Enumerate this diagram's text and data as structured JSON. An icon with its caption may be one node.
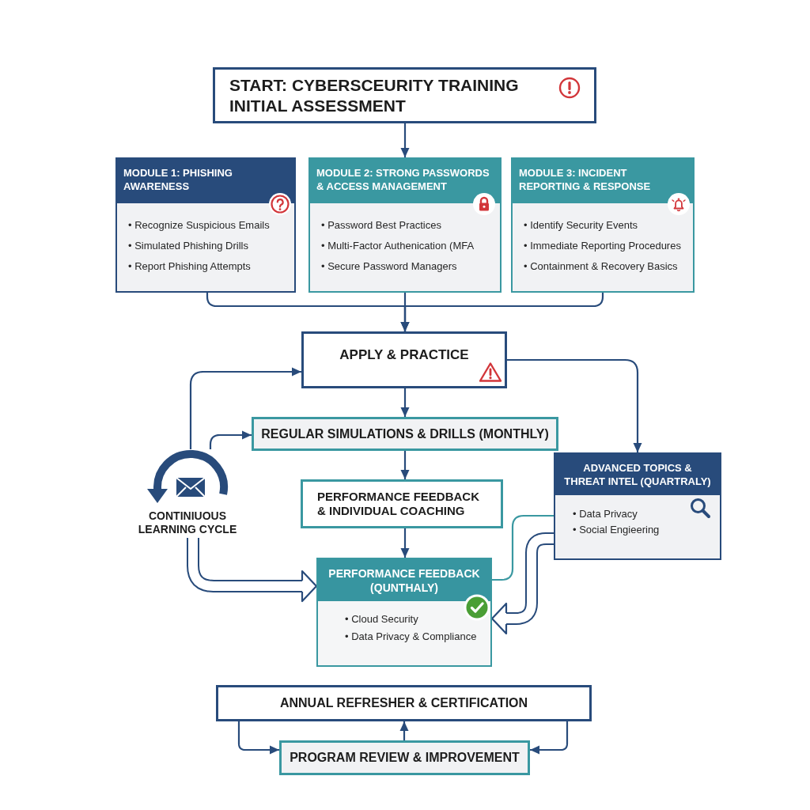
{
  "diagram": {
    "nodes": [
      {
        "text": [
          "START: CYBERSCEURITY TRAINING INITIAL ASSESSMENT"
        ]
      },
      {
        "text": [
          "MODULE 1: PHISHING AWARENESS",
          "• Recognize Suspicious Emails",
          "• Simulated Phishing Drills",
          "• Report Phishing Attempts"
        ]
      },
      {
        "text": [
          "MODULE 2: STRONG PASSWORDS & ACCESS MANAGEMENT",
          "• Password Best Practices",
          "• Multi-Factor Authenication (MFA",
          "• Secure Password Managers"
        ]
      },
      {
        "text": [
          "MODULE 3: INCIDENT REPORTING & RESPONSE",
          "• Identify Security Events",
          "• Immediate Reporting Procedures",
          "• Containment & Recovery Basics"
        ]
      },
      {
        "text": [
          "APPLY & PRACTICE"
        ]
      },
      {
        "text": [
          "REGULAR SIMULATIONS & DRILLS (MONTHLY)"
        ]
      },
      {
        "text": [
          "ADVANCED TOPICS & THREAT INTEL (QUARTRALY)",
          "• Data Privacy",
          "• Social Engieering"
        ]
      },
      {
        "text": [
          "PERFORMANCE FEEDBACK & INDIVIDUAL COACHING"
        ]
      },
      {
        "text": [
          "CONTINIUOUS LEARNING CYCLE"
        ]
      },
      {
        "text": [
          "PERFORMANCE FEEDBACK (QUNTHALY)",
          "• Cloud Security",
          "• Data Privacy & Compliance"
        ]
      },
      {
        "text": [
          "ANNUAL REFRESHER & CERTIFICATION"
        ]
      },
      {
        "text": [
          "PROGRAM REVIEW & IMPROVEMENT"
        ]
      }
    ],
    "edges": [
      {
        "from": 0,
        "to": 2,
        "arrow": "to"
      },
      {
        "from": 1,
        "to": 4,
        "arrow": "to"
      },
      {
        "from": 2,
        "to": 4,
        "arrow": "to"
      },
      {
        "from": 3,
        "to": 4,
        "arrow": "to"
      },
      {
        "from": 4,
        "to": 5,
        "arrow": "to"
      },
      {
        "from": 4,
        "to": 6,
        "arrow": "to"
      },
      {
        "from": 5,
        "to": 7,
        "arrow": "to"
      },
      {
        "from": 7,
        "to": 9,
        "arrow": "to"
      },
      {
        "from": 8,
        "to": 4,
        "arrow": "to"
      },
      {
        "from": 8,
        "to": 5,
        "arrow": "to"
      },
      {
        "from": 8,
        "to": 9,
        "arrow": "to",
        "style": "thick"
      },
      {
        "from": 6,
        "to": 9,
        "arrow": "none",
        "color": "#3a98a1"
      },
      {
        "from": 6,
        "to": 9,
        "arrow": "to",
        "style": "thick"
      },
      {
        "from": 10,
        "to": 11,
        "arrow": "to"
      },
      {
        "from": 10,
        "to": 11,
        "arrow": "to"
      },
      {
        "from": 11,
        "to": 10,
        "arrow": "to"
      }
    ]
  }
}
